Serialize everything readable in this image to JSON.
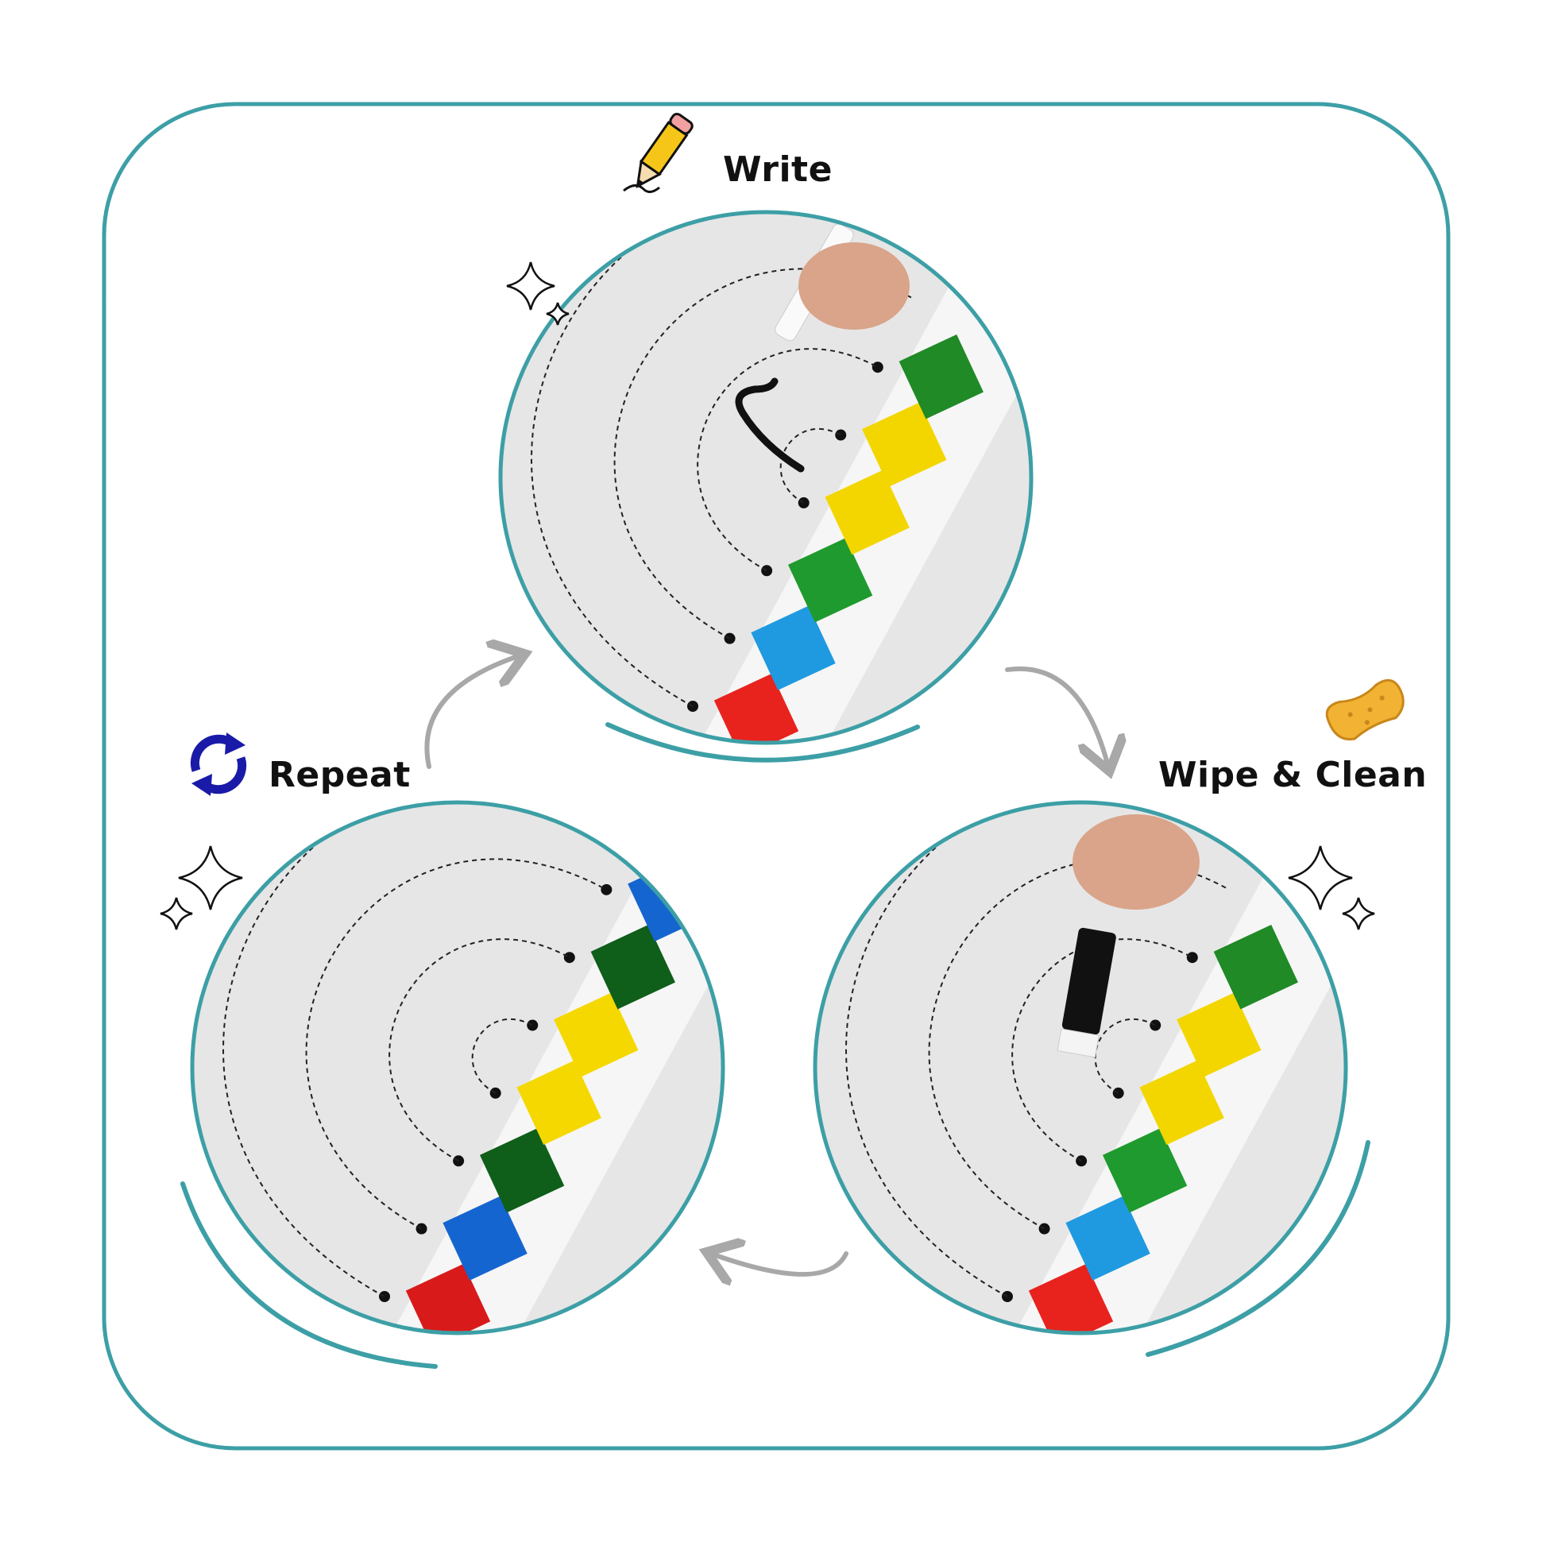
{
  "steps": {
    "write": "Write",
    "wipe_clean": "Wipe & Clean",
    "repeat": "Repeat"
  },
  "colors": {
    "frame": "#3d9fa6",
    "arrow": "#a8a8a8",
    "card": "#e6e6e6",
    "strip": "#f6f6f6",
    "dash": "#222222"
  },
  "panels": [
    {
      "name": "write",
      "squares": [
        "#e8221d",
        "#1f9ae0",
        "#1f9a2e",
        "#f3d600",
        "#f3d600",
        "#1f8a26"
      ]
    },
    {
      "name": "wipe",
      "squares": [
        "#e8221d",
        "#1f9ae0",
        "#1f9a2e",
        "#f3d600",
        "#f3d600",
        "#1f8a26"
      ]
    },
    {
      "name": "repeat",
      "squares": [
        "#d81a1a",
        "#1565d0",
        "#0f5e1a",
        "#f5d800",
        "#f5d800",
        "#0f5e1a",
        "#1565d0"
      ]
    }
  ]
}
